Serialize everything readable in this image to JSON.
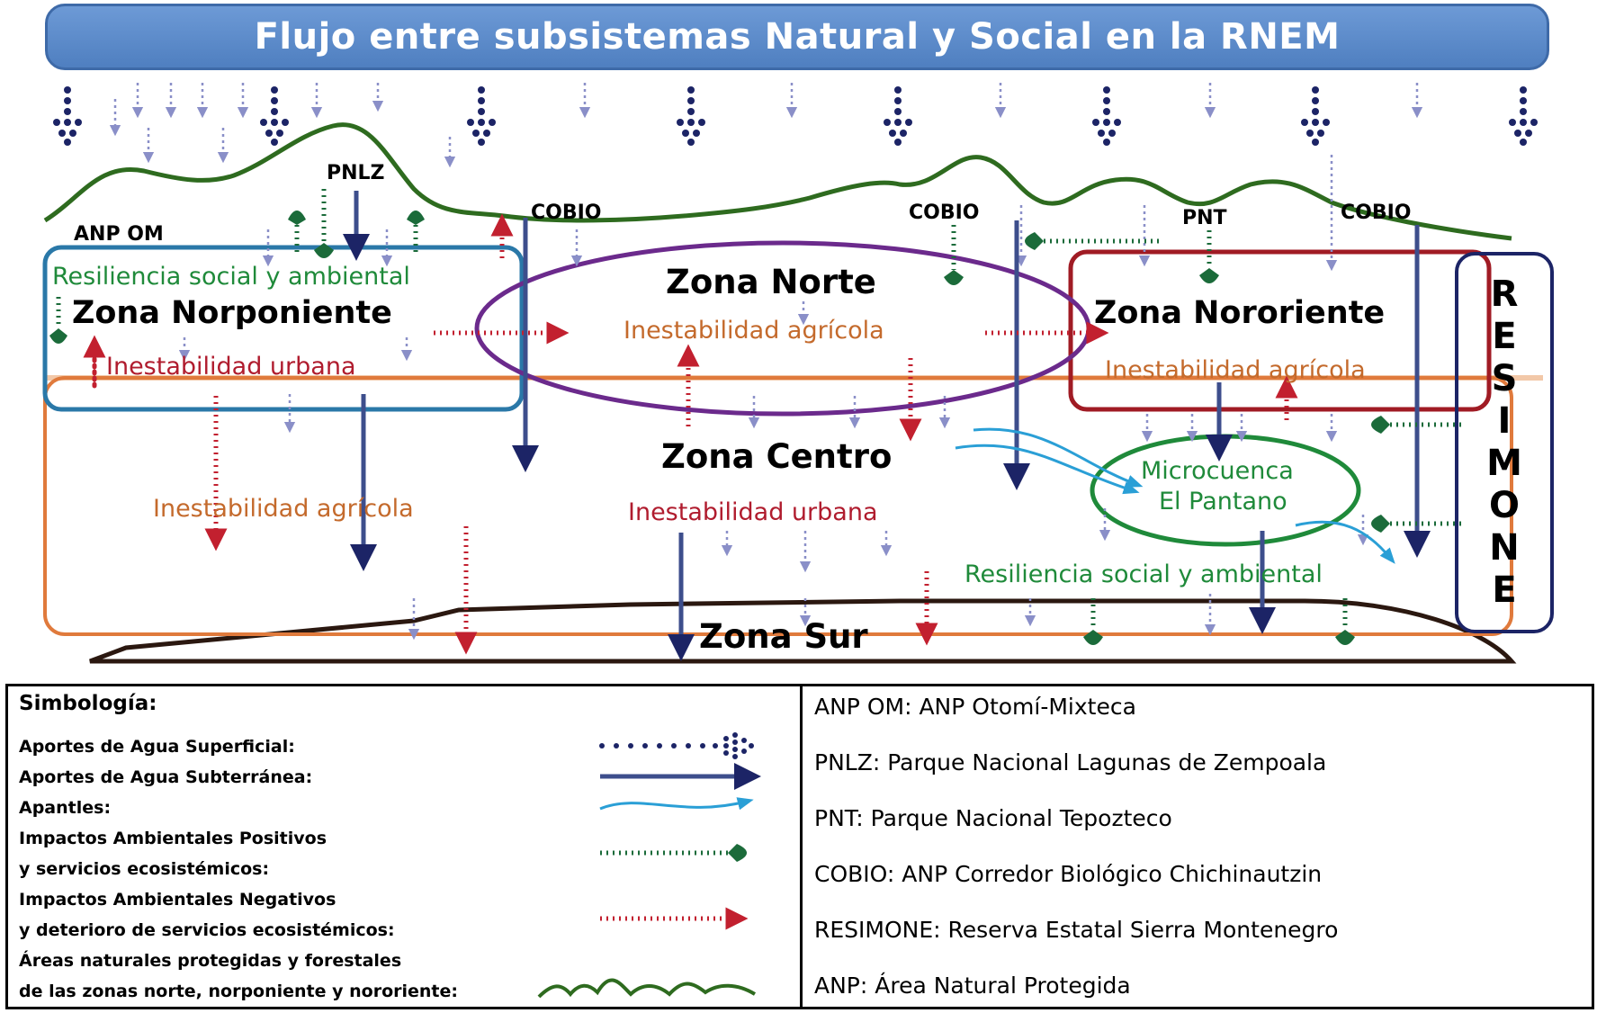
{
  "title": "Flujo entre subsistemas Natural y Social en la RNEM",
  "protected_areas": {
    "pnlz": "PNLZ",
    "anp_om": "ANP OM",
    "cobio": "COBIO",
    "pnt": "PNT"
  },
  "zones": {
    "norponiente": {
      "name": "Zona Norponiente",
      "resilience": "Resiliencia social y ambiental",
      "instability": "Inestabilidad urbana"
    },
    "norte": {
      "name": "Zona Norte",
      "instability": "Inestabilidad agrícola"
    },
    "nororiente": {
      "name": "Zona Nororiente",
      "instability": "Inestabilidad agrícola"
    },
    "centro": {
      "name": "Zona Centro",
      "instability": "Inestabilidad urbana"
    },
    "centro_agricola": "Inestabilidad agrícola",
    "sur": {
      "name": "Zona Sur",
      "resilience": "Resiliencia social y ambiental"
    }
  },
  "microcuenca": {
    "line1": "Microcuenca",
    "line2": "El Pantano"
  },
  "resimone": [
    "R",
    "E",
    "S",
    "I",
    "M",
    "O",
    "N",
    "E"
  ],
  "legend": {
    "title": "Simbología:",
    "items": [
      "Aportes de Agua Superficial:",
      "Aportes de Agua Subterránea:",
      "Apantles:",
      "Impactos Ambientales Positivos",
      "y servicios ecosistémicos:",
      "Impactos Ambientales Negativos",
      "y deterioro de servicios ecosistémicos:",
      "Áreas naturales protegidas y forestales",
      "de las zonas norte, norponiente y nororiente:"
    ],
    "definitions": [
      "ANP OM: ANP Otomí-Mixteca",
      "PNLZ: Parque Nacional Lagunas de Zempoala",
      "PNT: Parque Nacional Tepozteco",
      "COBIO: ANP Corredor Biológico Chichinautzin",
      "RESIMONE: Reserva Estatal Sierra Montenegro",
      "ANP: Área Natural Protegida"
    ]
  },
  "colors": {
    "title_bar": "#5a88c8",
    "surface_water": "#1c2a7a",
    "groundwater": "#3d4e8c",
    "apantle": "#2a9fd6",
    "positive": "#1b6b3a",
    "negative": "#b02030",
    "agricultural_text": "#c46a2c",
    "urban_text": "#b01c2e",
    "resilience_text": "#1f8a3a",
    "mountains": "#2e6b1f"
  }
}
